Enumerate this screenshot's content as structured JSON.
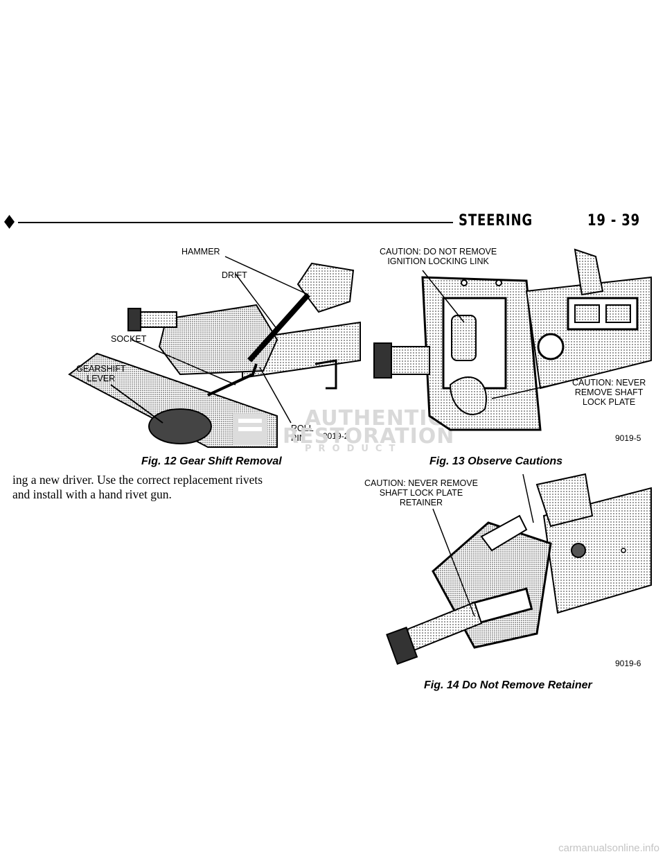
{
  "header": {
    "section": "STEERING",
    "page": "19 - 39"
  },
  "figures": [
    {
      "caption": "Fig. 12 Gear Shift Removal",
      "code": "9019-2",
      "labels": {
        "hammer": "HAMMER",
        "drift": "DRIFT",
        "socket": "SOCKET",
        "gearshift_line1": "GEARSHIFT",
        "gearshift_line2": "LEVER",
        "roll_line1": "ROLL",
        "roll_line2": "PIN"
      }
    },
    {
      "caption": "Fig. 13 Observe Cautions",
      "code": "9019-5",
      "labels": {
        "caution1_line1": "CAUTION: DO NOT REMOVE",
        "caution1_line2": "IGNITION LOCKING LINK",
        "caution2_line1": "CAUTION: NEVER",
        "caution2_line2": "REMOVE SHAFT",
        "caution2_line3": "LOCK PLATE"
      }
    },
    {
      "caption": "Fig. 14 Do Not Remove Retainer",
      "code": "9019-6",
      "labels": {
        "caution_line1": "CAUTION: NEVER REMOVE",
        "caution_line2": "SHAFT LOCK PLATE",
        "caution_line3": "RETAINER"
      }
    }
  ],
  "body_text": {
    "line1": "ing a new driver. Use the correct replacement rivets",
    "line2": "and install with a hand rivet gun."
  },
  "watermark": {
    "line1": "AUTHENTIC",
    "line2": "RESTORATION",
    "line3": "PRODUCT"
  },
  "footer": "carmanualsonline.info"
}
